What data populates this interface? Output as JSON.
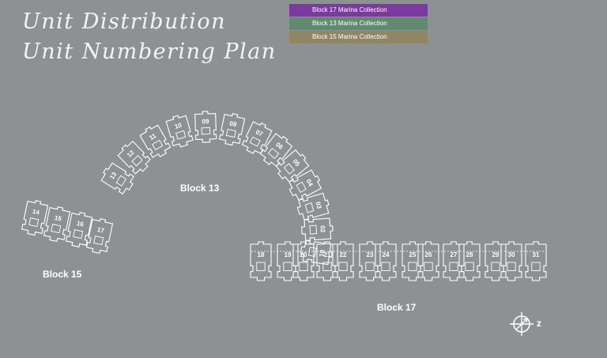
{
  "title": {
    "line1": "Unit Distribution",
    "line2": "Unit Numbering Plan"
  },
  "legend": [
    {
      "label": "Block 17 Marina Collection",
      "color": "#7a3a9e"
    },
    {
      "label": "Block 13 Marina Collection",
      "color": "#638a6f"
    },
    {
      "label": "Block 15 Marina Collection",
      "color": "#8f8665"
    }
  ],
  "blocks": {
    "block13": {
      "label": "Block 13",
      "units": [
        "01",
        "02",
        "03",
        "04",
        "05",
        "06",
        "07",
        "08",
        "09",
        "10",
        "11",
        "12",
        "13"
      ]
    },
    "block15": {
      "label": "Block 15",
      "units": [
        "14",
        "15",
        "16",
        "17"
      ]
    },
    "block17": {
      "label": "Block 17",
      "units": [
        "18",
        "19",
        "20",
        "21",
        "22",
        "23",
        "24",
        "25",
        "26",
        "27",
        "28",
        "29",
        "30",
        "31"
      ]
    }
  },
  "compass": {
    "icon": "compass-north-icon",
    "letter": "z"
  },
  "colors": {
    "background": "#8e9194",
    "outline": "#ffffff"
  }
}
